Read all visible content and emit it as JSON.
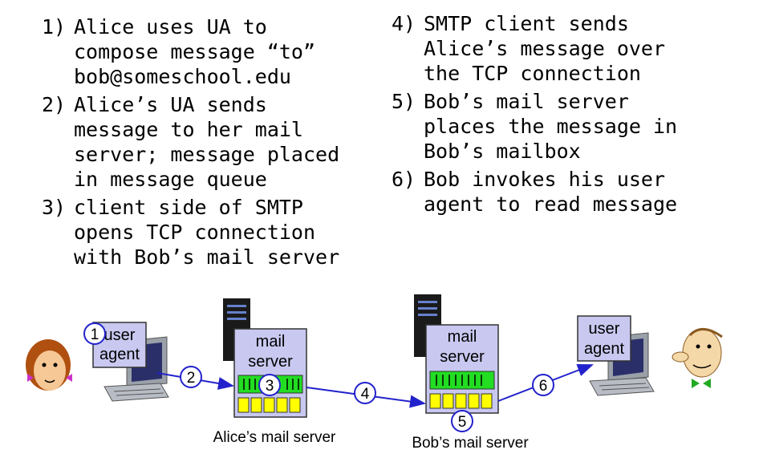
{
  "steps": [
    {
      "num": "1)",
      "text": "Alice uses UA to\ncompose message “to”\nbob@someschool.edu"
    },
    {
      "num": "2)",
      "text": "Alice’s UA sends\nmessage to her mail\nserver; message placed\nin message queue"
    },
    {
      "num": "3)",
      "text": "client side of SMTP\nopens TCP connection\nwith Bob’s mail server"
    },
    {
      "num": "4)",
      "text": "SMTP client sends\nAlice’s message over\nthe TCP connection"
    },
    {
      "num": "5)",
      "text": "Bob’s mail server\nplaces the message in\nBob’s mailbox"
    },
    {
      "num": "6)",
      "text": "Bob invokes his user\nagent to read message"
    }
  ],
  "diagram": {
    "alice_ua": {
      "line1": "user",
      "line2": "agent"
    },
    "alice_server": {
      "line1": "mail",
      "line2": "server",
      "caption": "Alice’s mail server"
    },
    "bob_server": {
      "line1": "mail",
      "line2": "server",
      "caption": "Bob’s mail server"
    },
    "bob_ua": {
      "line1": "user",
      "line2": "agent"
    },
    "markers": [
      "1",
      "2",
      "3",
      "4",
      "5",
      "6"
    ],
    "colors": {
      "box_fill": "#c8c8f0",
      "queue_green": "#22dd22",
      "mailbox_yellow": "#ffff00",
      "arrow": "#2222cc",
      "marker_ring": "#2222cc"
    }
  }
}
